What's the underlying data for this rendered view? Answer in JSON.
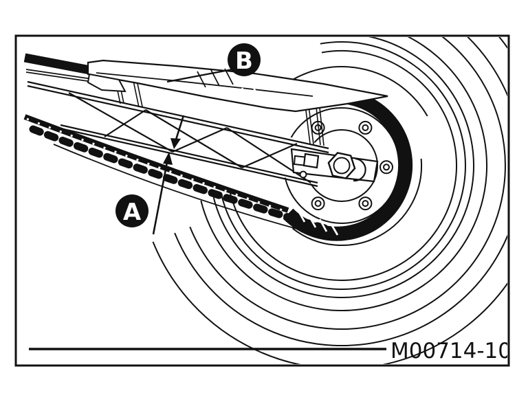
{
  "figure": {
    "type": "technical-illustration",
    "subject": "motorcycle rear wheel with swingarm, drive chain, chain slack measuring point and chain guard",
    "code": "M00714-10",
    "callouts": {
      "a": {
        "label": "A"
      },
      "b": {
        "label": "B"
      }
    },
    "colors": {
      "ink": "#111111",
      "paper": "#ffffff"
    }
  }
}
